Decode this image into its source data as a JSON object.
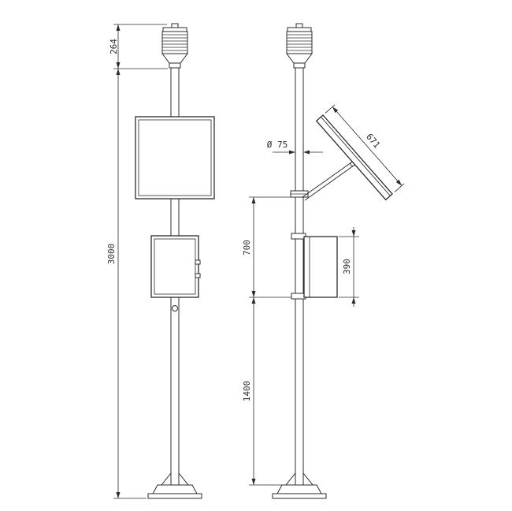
{
  "drawing": {
    "type": "technical-dimension-drawing",
    "subject": "pole-mounted weather station, front and side views",
    "colors": {
      "line": "#2b2b2b",
      "background": "#ffffff"
    }
  },
  "labels": {
    "sensor_height": "264",
    "total_height": "3000",
    "pole_diameter": "Ø 75",
    "panel_length": "671",
    "bracket_to_box": "700",
    "box_height": "390",
    "box_to_base": "1400"
  }
}
